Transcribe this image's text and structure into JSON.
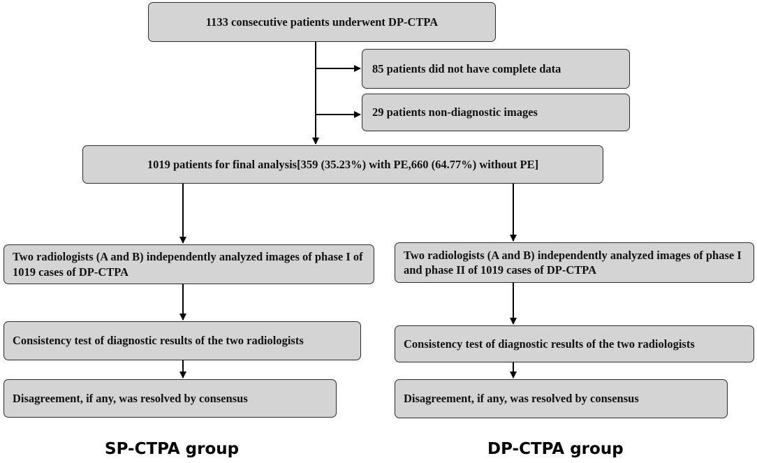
{
  "boxes": {
    "start": "1133 consecutive patients underwent DP-CTPA",
    "excluded_incomplete": "85 patients did not have complete data",
    "excluded_nondiagnostic": "29 patients non-diagnostic images",
    "final_analysis": "1019 patients for final analysis[359 (35.23%) with PE,660 (64.77%) without PE]",
    "left_analysis": "Two radiologists (A and B) independently analyzed images of phase I of 1019 cases of DP-CTPA",
    "right_analysis": "Two radiologists (A and B) independently analyzed images of phase I and phase II of 1019 cases of DP-CTPA",
    "left_consistency": "Consistency test of diagnostic results of the two radiologists",
    "right_consistency": "Consistency test of diagnostic results of the two radiologists",
    "left_disagreement": "Disagreement, if any, was resolved by consensus",
    "right_disagreement": "Disagreement, if any, was resolved by consensus"
  },
  "groups": {
    "left": "SP-CTPA group",
    "right": "DP-CTPA group"
  },
  "colors": {
    "box_fill": "#d4d4d4",
    "border": "#2a2a2a",
    "arrow": "#000000"
  }
}
